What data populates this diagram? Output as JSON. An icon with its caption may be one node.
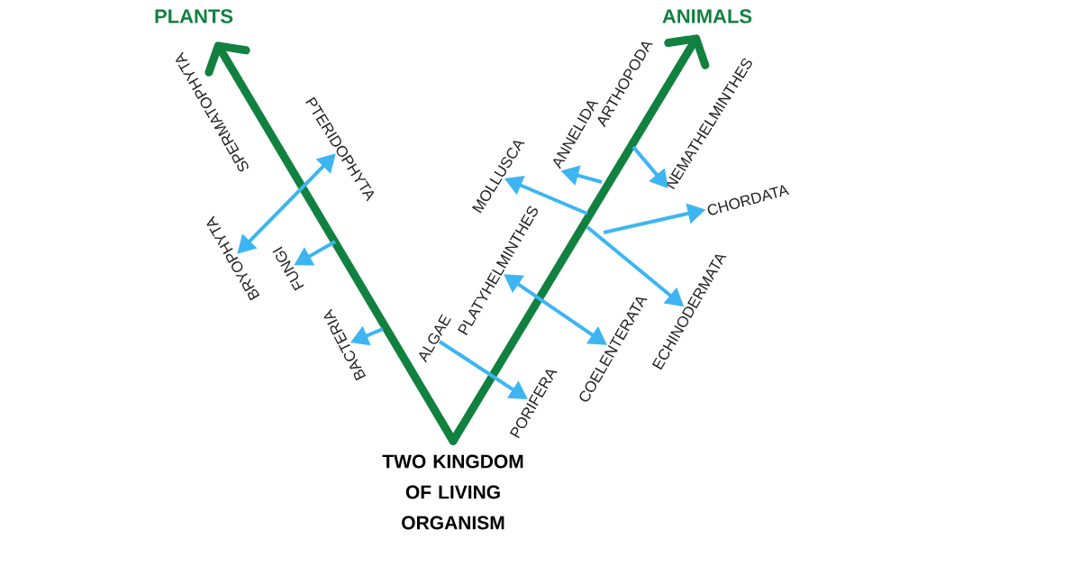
{
  "diagram": {
    "nodes": [
      {
        "text": [
          "PLANTS"
        ]
      },
      {
        "text": [
          "ANIMALS"
        ]
      },
      {
        "text": [
          "PTERIDOPHYTA"
        ]
      },
      {
        "text": [
          "BRYOPHYTA"
        ]
      },
      {
        "text": [
          "FUNGI"
        ]
      },
      {
        "text": [
          "BACTERIA"
        ]
      },
      {
        "text": [
          "MOLLUSCA"
        ]
      },
      {
        "text": [
          "ANNELIDA"
        ]
      },
      {
        "text": [
          "NEMATHELMINTHES"
        ]
      },
      {
        "text": [
          "CHORDATA"
        ]
      },
      {
        "text": [
          "PLATYHELMINTHES"
        ]
      },
      {
        "text": [
          "ECHINODERMATA"
        ]
      },
      {
        "text": [
          "ALGAE"
        ]
      },
      {
        "text": [
          "COELENTERATA"
        ]
      },
      {
        "text": [
          "PORIFERA"
        ]
      },
      {
        "text": [
          "TWO KINGDOM OF LIVING ORGANISM"
        ]
      }
    ],
    "edges": [
      {
        "from": 15,
        "to": 0,
        "arrow": "to",
        "style": "thick",
        "color": "#11813f"
      },
      {
        "from": 15,
        "to": 1,
        "arrow": "to",
        "style": "thick",
        "color": "#11813f"
      },
      {
        "from": 3,
        "to": 2,
        "arrow": "both"
      },
      {
        "from": null,
        "to": 4,
        "arrow": "to"
      },
      {
        "from": null,
        "to": 5,
        "arrow": "to"
      },
      {
        "from": null,
        "to": 6,
        "arrow": "to"
      },
      {
        "from": null,
        "to": 7,
        "arrow": "to"
      },
      {
        "from": null,
        "to": 8,
        "arrow": "to"
      },
      {
        "from": null,
        "to": 9,
        "arrow": "to"
      },
      {
        "from": 10,
        "to": 13,
        "arrow": "both"
      },
      {
        "from": null,
        "to": 11,
        "arrow": "to"
      },
      {
        "from": 12,
        "to": 14,
        "arrow": "to"
      }
    ],
    "labels": [
      "SPERMATOPHYTA",
      "ARTHOPODA"
    ]
  }
}
